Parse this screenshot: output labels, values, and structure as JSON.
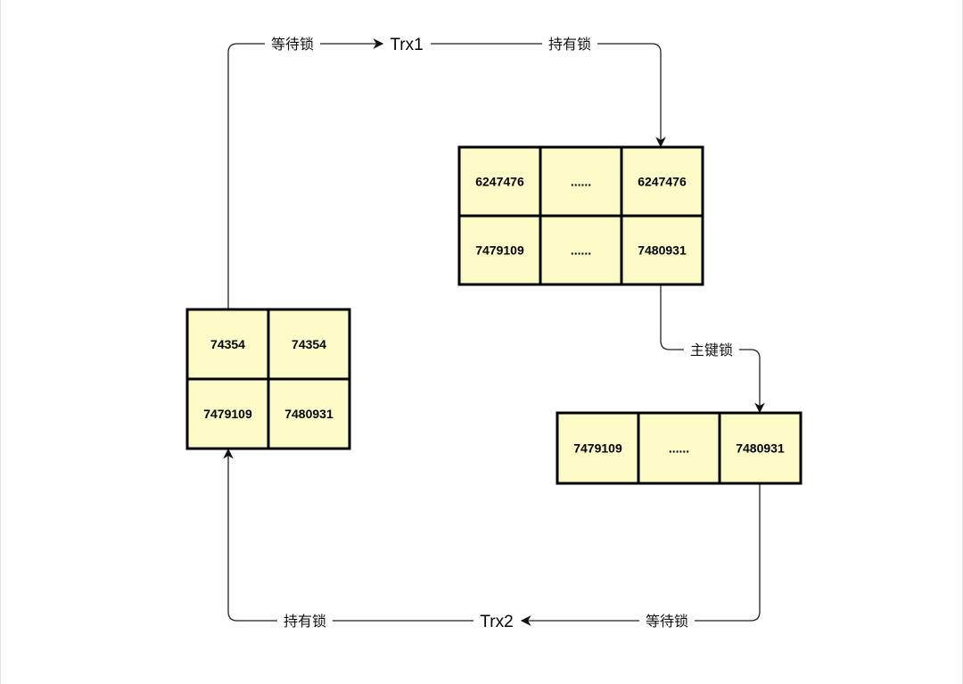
{
  "colors": {
    "cell_fill": "#FDFBC8",
    "cell_border": "#000000",
    "edge": "#222222"
  },
  "nodes": {
    "trx1": "Trx1",
    "trx2": "Trx2"
  },
  "edges": {
    "top_left_label": "等待锁",
    "top_right_label": "持有锁",
    "middle_right_label": "主键锁",
    "bottom_right_label": "等待锁",
    "bottom_left_label": "持有锁"
  },
  "tables": {
    "upper_right": [
      [
        "6247476",
        "......",
        "6247476"
      ],
      [
        "7479109",
        "......",
        "7480931"
      ]
    ],
    "left": [
      [
        "74354",
        "74354"
      ],
      [
        "7479109",
        "7480931"
      ]
    ],
    "lower_right": [
      [
        "7479109",
        "......",
        "7480931"
      ]
    ]
  }
}
